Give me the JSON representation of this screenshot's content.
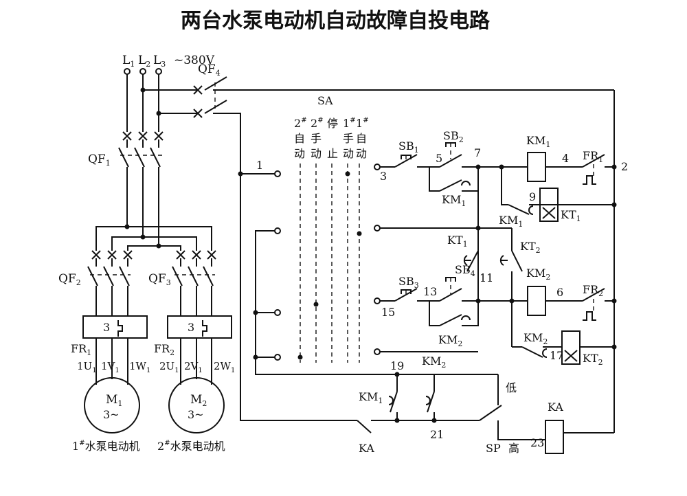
{
  "title": "两台水泵电动机自动故障自投电路",
  "supply": {
    "l1": "L",
    "l2": "L",
    "l3": "L",
    "s1": "1",
    "s2": "2",
    "s3": "3",
    "voltage": "~380V"
  },
  "breakers": {
    "qf4": "QF",
    "qf4s": "4",
    "qf1": "QF",
    "qf1s": "1",
    "qf2": "QF",
    "qf2s": "2",
    "qf3": "QF",
    "qf3s": "3"
  },
  "thermal": {
    "fr1_box": "3",
    "fr2_box": "3",
    "fr1": "FR",
    "fr1s": "1",
    "fr2": "FR",
    "fr2s": "2"
  },
  "motor1": {
    "name": "M",
    "sub": "1",
    "phase": "3~",
    "caption": "1",
    "caption_sup": "#",
    "caption_text": "水泵电动机",
    "t1": "1U",
    "t1s": "1",
    "t2": "1V",
    "t2s": "1",
    "t3": "1W",
    "t3s": "1"
  },
  "motor2": {
    "name": "M",
    "sub": "2",
    "phase": "3~",
    "caption": "2",
    "caption_sup": "#",
    "caption_text": "水泵电动机",
    "t1": "2U",
    "t1s": "1",
    "t2": "2V",
    "t2s": "1",
    "t3": "2W",
    "t3s": "1"
  },
  "switch": {
    "name": "SA",
    "cols": [
      {
        "num": "2",
        "sup": "#",
        "a": "自",
        "b": "动"
      },
      {
        "num": "2",
        "sup": "#",
        "a": "手",
        "b": "动"
      },
      {
        "num": "",
        "sup": "",
        "a": "停",
        "b": "止"
      },
      {
        "num": "1",
        "sup": "#",
        "a": "手",
        "b": "动"
      },
      {
        "num": "1",
        "sup": "#",
        "a": "自",
        "b": "动"
      }
    ]
  },
  "nodes": {
    "n1": "1",
    "n2": "2",
    "n3": "3",
    "n4": "4",
    "n5": "5",
    "n6": "6",
    "n7": "7",
    "n9": "9",
    "n11": "11",
    "n13": "13",
    "n15": "15",
    "n17": "17",
    "n19": "19",
    "n21": "21",
    "n23": "23"
  },
  "control": {
    "sb1": "SB",
    "sb1s": "1",
    "sb2": "SB",
    "sb2s": "2",
    "sb3": "SB",
    "sb3s": "3",
    "sb4": "SB",
    "sb4s": "4",
    "km1": "KM",
    "km1s": "1",
    "km2": "KM",
    "km2s": "2",
    "kt1": "KT",
    "kt1s": "1",
    "kt2": "KT",
    "kt2s": "2",
    "ka": "KA",
    "sp": "SP",
    "low": "低",
    "high": "高"
  }
}
